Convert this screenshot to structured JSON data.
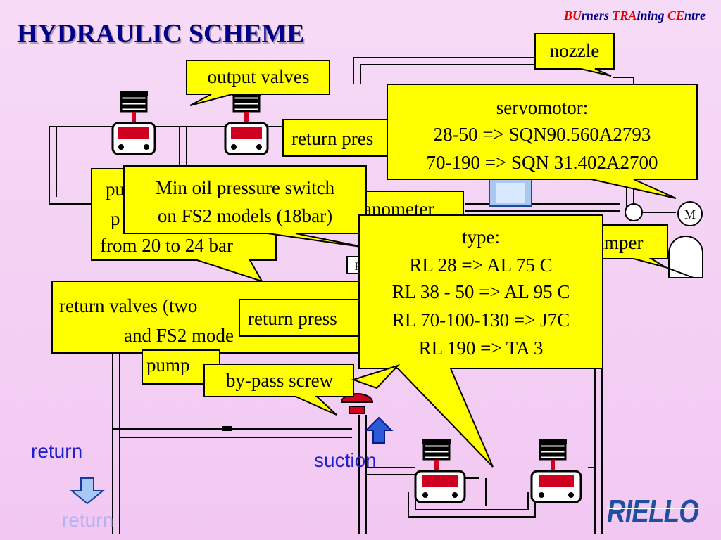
{
  "title": "HYDRAULIC SCHEME",
  "brand": {
    "bu": "BU",
    "rners": "rners ",
    "tra": "TRA",
    "ining": "ining ",
    "ce": "CE",
    "ntre": "ntre"
  },
  "logo": "RIELLO",
  "labels": {
    "return_blue": "return",
    "return_faint": "return",
    "suction": "suction",
    "motor_symbol": "M",
    "pressure_symbol": "P"
  },
  "callouts": {
    "nozzle": "nozzle",
    "output_valves": "output valves",
    "servomotor": [
      "servomotor:",
      "28-50 => SQN90.560A2793",
      "70-190 => SQN 31.402A2700"
    ],
    "return_pressure_partial": "return pres",
    "pump_pressure_partial": [
      "pu",
      "p",
      "from 20 to 24 bar"
    ],
    "min_oil": [
      "Min oil pressure switch",
      "on FS2 models (18bar)"
    ],
    "manometer_partial": "anometer",
    "damper_partial": "amper",
    "type": [
      "type:",
      "RL 28 => AL 75 C",
      "RL 38 - 50 => AL 95 C",
      "RL 70-100-130 => J7C",
      "RL 190 => TA 3"
    ],
    "return_valves_partial": [
      "return valves (two",
      "and FS2 mode"
    ],
    "return_pressure_manometer_partial": "return press",
    "pump_partial": "pump",
    "bypass_screw": "by-pass screw"
  }
}
